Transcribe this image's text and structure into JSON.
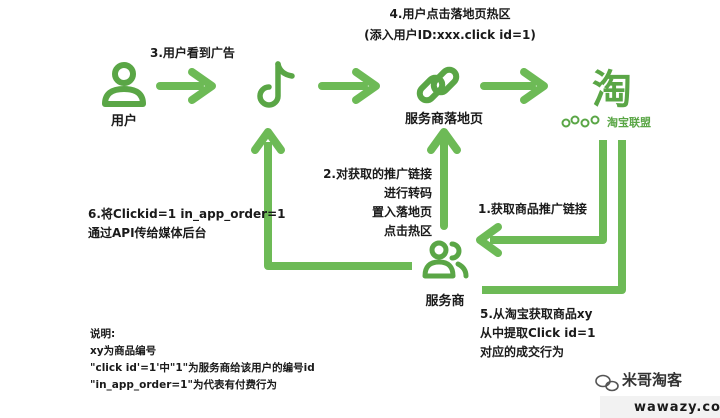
{
  "nodes": {
    "user": "用户",
    "merchant_landing": "服务商落地页",
    "service_provider": "服务商",
    "taobao_char": "淘",
    "taobao_union": "淘宝联盟"
  },
  "steps": {
    "s1": "1.获取商品推广链接",
    "s2": [
      "2.对获取的推广链接",
      "进行转码",
      "置入落地页",
      "点击热区"
    ],
    "s3": "3.用户看到广告",
    "s4": [
      "4.用户点击落地页热区",
      "(添入用户ID:xxx.click id=1)"
    ],
    "s5": [
      "5.从淘宝获取商品xy",
      "从中提取Click id=1",
      "对应的成交行为"
    ],
    "s6": [
      "6.将Clickid=1 in_app_order=1",
      "通过API传给媒体后台"
    ]
  },
  "notes": {
    "title": "说明:",
    "lines": [
      "xy为商品编号",
      "\"click id'=1'中\"1\"为服务商给该用户的编号id",
      "\"in_app_order=1\"为代表有付费行为"
    ]
  },
  "watermark": {
    "account": "米哥淘客",
    "site": "wawazy.com"
  },
  "colors": {
    "arrow": "#6dba56",
    "icon": "#5aa646"
  },
  "icons": {
    "user": "user-icon",
    "tiktok": "tiktok-icon",
    "link": "link-icon",
    "taobao": "taobao-icon",
    "provider": "people-icon",
    "wechat": "wechat-icon"
  }
}
